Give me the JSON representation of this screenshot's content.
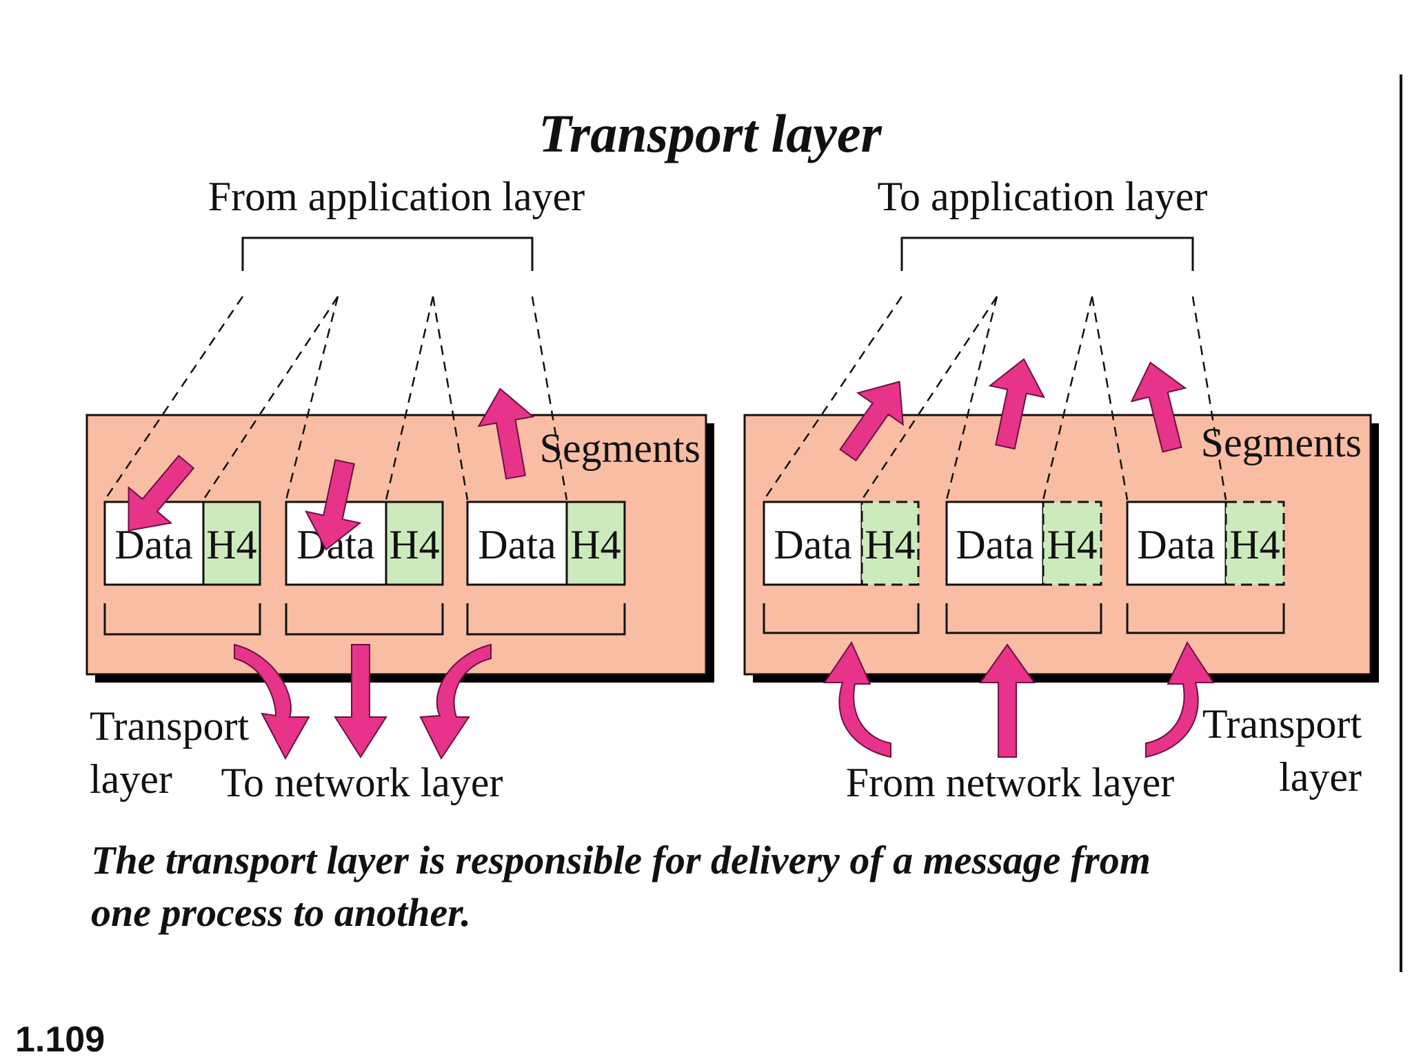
{
  "title": "Transport layer",
  "sender": {
    "top_label": "From application layer",
    "segments_label": "Segments",
    "layer_label_line1": "Transport",
    "layer_label_line2": "layer",
    "bottom_label": "To network layer",
    "packets": [
      {
        "data": "Data",
        "header": "H4"
      },
      {
        "data": "Data",
        "header": "H4"
      },
      {
        "data": "Data",
        "header": "H4"
      }
    ]
  },
  "receiver": {
    "top_label": "To application layer",
    "segments_label": "Segments",
    "layer_label_line1": "Transport",
    "layer_label_line2": "layer",
    "bottom_label": "From network layer",
    "packets": [
      {
        "data": "Data",
        "header": "H4"
      },
      {
        "data": "Data",
        "header": "H4"
      },
      {
        "data": "Data",
        "header": "H4"
      }
    ]
  },
  "caption_line1": "The transport layer is responsible for delivery of a message from",
  "caption_line2": "one process to another.",
  "page_number": "1.109",
  "colors": {
    "panel": "#f9bda4",
    "panel_shadow": "#000000",
    "header_fill": "#cdeabd",
    "arrow": "#e8338a",
    "arrow_outline": "#6b1040"
  }
}
